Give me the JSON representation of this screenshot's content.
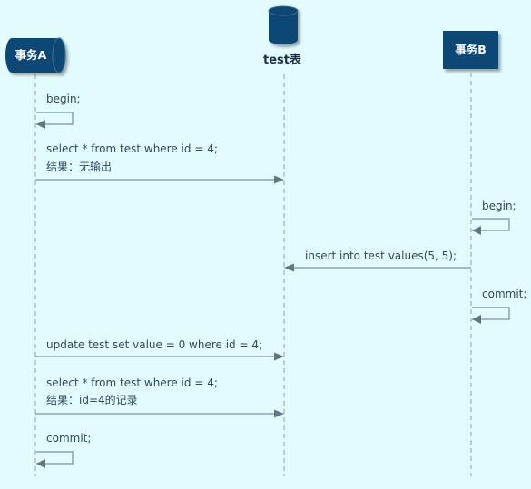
{
  "participants": {
    "a": {
      "label": "事务A"
    },
    "db": {
      "label": "test表"
    },
    "b": {
      "label": "事务B"
    }
  },
  "messages": [
    {
      "lines": [
        "begin;"
      ]
    },
    {
      "lines": [
        "select * from test where id = 4;",
        "结果：无输出"
      ]
    },
    {
      "lines": [
        "begin;"
      ]
    },
    {
      "lines": [
        "insert into test values(5, 5);"
      ]
    },
    {
      "lines": [
        "commit;"
      ]
    },
    {
      "lines": [
        "update test set value = 0 where id = 4;"
      ]
    },
    {
      "lines": [
        "select * from test where id = 4;",
        "结果：id=4的记录"
      ]
    },
    {
      "lines": [
        "commit;"
      ]
    }
  ],
  "colors": {
    "background": "#e2fcfd",
    "participant_fill": "#0f4774",
    "lifeline": "#8aa0ac",
    "arrow": "#5f7687",
    "text": "#2c4a5e"
  }
}
